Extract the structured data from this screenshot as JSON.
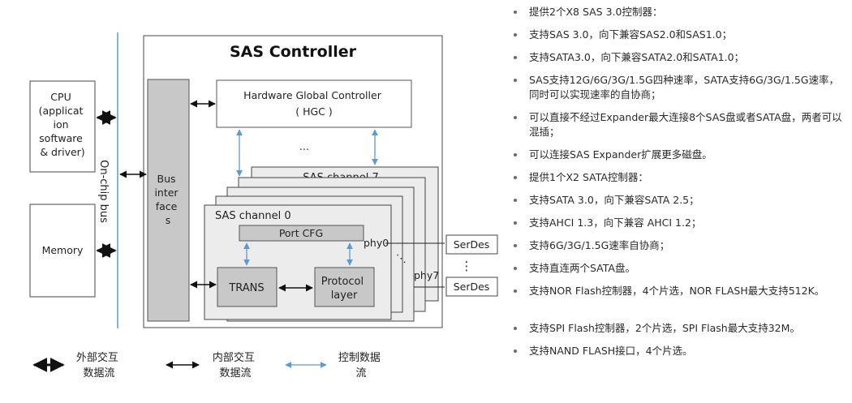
{
  "diagram": {
    "cpu_lines": [
      "CPU",
      "(applicat",
      "ion",
      "software",
      "& driver)"
    ],
    "memory": "Memory",
    "onchip_bus": "On-chip bus",
    "sas_controller": "SAS Controller",
    "hgc_line1": "Hardware Global Controller",
    "hgc_line2": "( HGC )",
    "ellipsis": "...",
    "bus_if_lines": [
      "Bus",
      "inter",
      "face",
      "s"
    ],
    "channel7": "SAS channel 7",
    "channel0": "SAS channel 0",
    "port_cfg": "Port CFG",
    "trans": "TRANS",
    "protocol_lines": [
      "Protocol",
      "layer"
    ],
    "phy0": "phy0",
    "phy7": "phy7",
    "serdes_top": "SerDes",
    "serdes_bottom": "SerDes",
    "vdots": "⋮",
    "phy_dots": "⋱"
  },
  "legend": {
    "external_lines": [
      "外部交互",
      "数据流"
    ],
    "internal_lines": [
      "内部交互",
      "数据流"
    ],
    "control_lines": [
      "控制数据",
      "流"
    ]
  },
  "colors": {
    "bus_line": "#5b9bd5",
    "control_arrow": "#5b9bd5",
    "gray_block": "#c8c8c8",
    "light_block": "#e4e4e4",
    "channel_fill": "#ececec",
    "border": "#444444"
  },
  "bullets": [
    "提供2个X8 SAS 3.0控制器：",
    "支持SAS 3.0，向下兼容SAS2.0和SAS1.0；",
    "支持SATA3.0，向下兼容SATA2.0和SATA1.0；",
    "SAS支持12G/6G/3G/1.5G四种速率，SATA支持6G/3G/1.5G速率，同时可以实现速率的自协商；",
    "可以直接不经过Expander最大连接8个SAS盘或者SATA盘，两者可以混插；",
    "可以连接SAS Expander扩展更多磁盘。",
    "提供1个X2 SATA控制器：",
    "支持SATA 3.0，向下兼容SATA 2.5；",
    "支持AHCI 1.3，向下兼容 AHCI 1.2；",
    "支持6G/3G/1.5G速率自协商；",
    "支持直连两个SATA盘。",
    "支持NOR Flash控制器，4个片选，NOR FLASH最大支持512K。",
    "支持SPI Flash控制器，2个片选，SPI Flash最大支持32M。",
    "支持NAND FLASH接口，4个片选。"
  ]
}
